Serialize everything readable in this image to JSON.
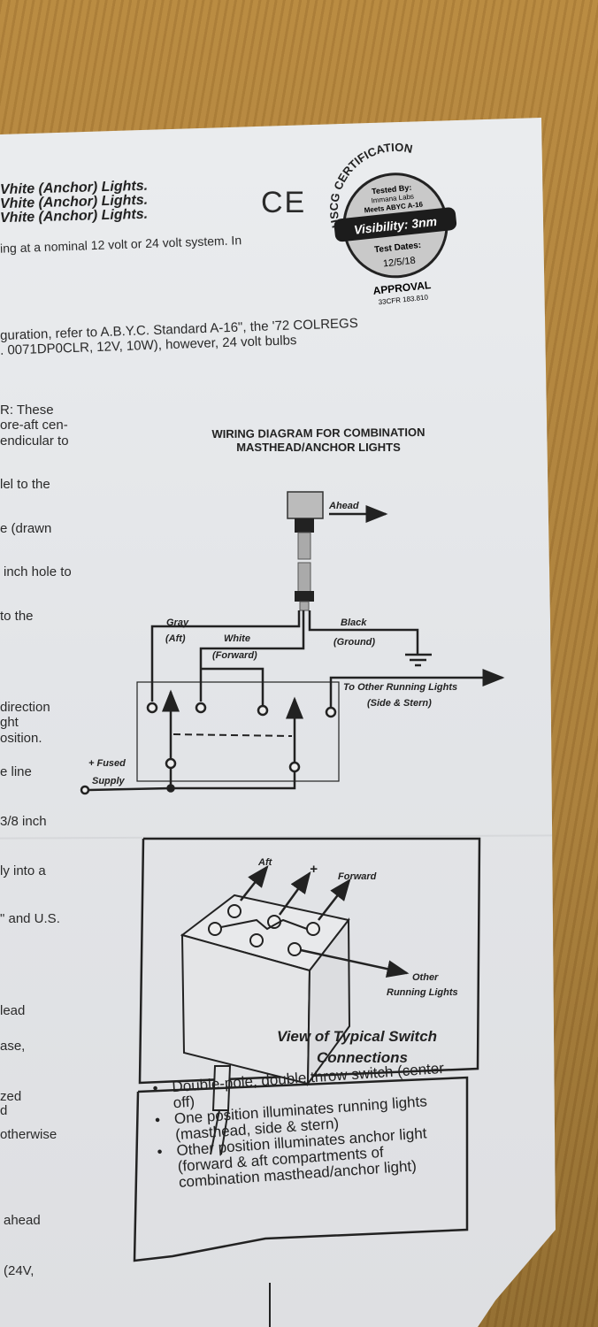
{
  "header_lines": [
    "Vhite (Anchor) Lights.",
    "Vhite (Anchor) Lights.",
    "Vhite (Anchor) Lights."
  ],
  "intro_line": "ing at a nominal 12 volt or 24 volt system. In",
  "config_lines": [
    "guration, refer to A.B.Y.C. Standard A-16\", the '72 COLREGS",
    ". 0071DP0CLR, 12V, 10W), however, 24 volt bulbs"
  ],
  "ce_mark": "CE",
  "seal": {
    "top": "USCG CERTIFICATION",
    "tested_by": "Tested By:",
    "lab": "Immana Labs",
    "meets": "Meets ABYC A-16",
    "visibility": "Visibility: 3nm",
    "test_dates": "Test Dates:",
    "date": "12/5/18",
    "approval": "APPROVAL",
    "cfr": "33CFR 183.810"
  },
  "left_fragments": [
    "R: These",
    "ore-aft cen-",
    "endicular to",
    "lel to the",
    "e (drawn",
    "inch hole to",
    "to the",
    "direction",
    "ght",
    "osition.",
    "e line",
    "3/8 inch",
    "ly into a",
    "\" and U.S.",
    "lead",
    "ase,",
    "zed",
    "d",
    "otherwise",
    "ahead",
    "(24V,"
  ],
  "wiring": {
    "title1": "WIRING DIAGRAM FOR COMBINATION",
    "title2": "MASTHEAD/ANCHOR LIGHTS",
    "ahead": "Ahead",
    "gray": "Gray",
    "aft": "(Aft)",
    "white": "White",
    "forward": "(Forward)",
    "black": "Black",
    "ground": "(Ground)",
    "other1": "To Other Running Lights",
    "other2": "(Side & Stern)",
    "fused": "+ Fused",
    "supply": "Supply"
  },
  "switch_view": {
    "aft": "Aft",
    "plus": "+",
    "forward": "Forward",
    "other": "Other",
    "running": "Running Lights",
    "caption1": "View of Typical Switch",
    "caption2": "Connections"
  },
  "bullets": [
    "Double-pole, double throw switch (center off)",
    "One position illuminates running lights (masthead, side & stern)",
    "Other position illuminates anchor light (forward & aft compartments of combination masthead/anchor light)"
  ]
}
